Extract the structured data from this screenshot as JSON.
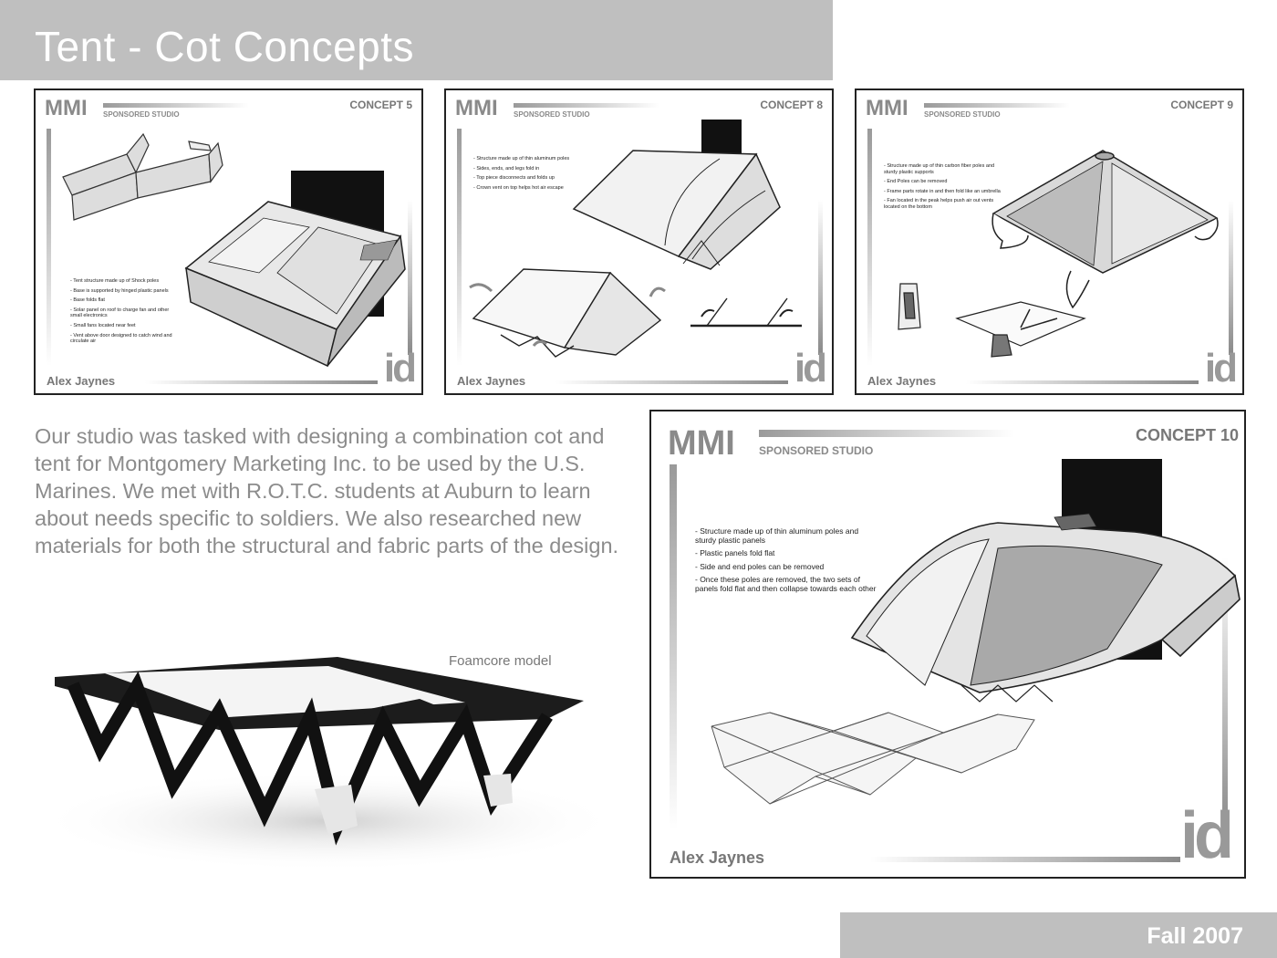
{
  "header": {
    "title": "Tent - Cot Concepts"
  },
  "footer": {
    "term": "Fall 2007"
  },
  "brand": {
    "mmi": "MMI",
    "studio": "SPONSORED STUDIO",
    "logo": "id",
    "author": "Alex Jaynes"
  },
  "boards": [
    {
      "concept": "CONCEPT 5",
      "notes": [
        "- Tent structure made up of Shock poles",
        "- Base is supported by hinged plastic panels",
        "- Base folds flat",
        "- Solar panel on roof to charge fan and other small electronics",
        "- Small fans located near feet",
        "- Vent above door designed to catch wind and circulate air"
      ]
    },
    {
      "concept": "CONCEPT 8",
      "notes": [
        "- Structure made up of thin aluminum poles",
        "- Sides, ends, and legs fold in",
        "- Top piece disconnects and folds up",
        "- Crown vent on top helps hot air escape"
      ]
    },
    {
      "concept": "CONCEPT 9",
      "notes": [
        "- Structure made up of thin carbon fiber poles and sturdy plastic supports",
        "- End Poles can be removed",
        "- Frame parts rotate in and then fold like an umbrella",
        "- Fan located in the peak helps push air out vents located on the bottom"
      ]
    },
    {
      "concept": "CONCEPT 10",
      "notes": [
        "- Structure made up of thin aluminum poles and sturdy plastic panels",
        "- Plastic panels fold flat",
        "- Side and end poles can be removed",
        "- Once these poles are removed, the two sets of panels fold flat and then collapse towards each other"
      ]
    }
  ],
  "intro": "Our studio was tasked with designing a combination cot and tent for Montgomery Marketing Inc. to be used by the U.S. Marines. We met with R.O.T.C. students at Auburn to learn about needs specific to soldiers. We also researched new materials for both the structural and fabric parts of the design.",
  "model_caption": "Foamcore model"
}
